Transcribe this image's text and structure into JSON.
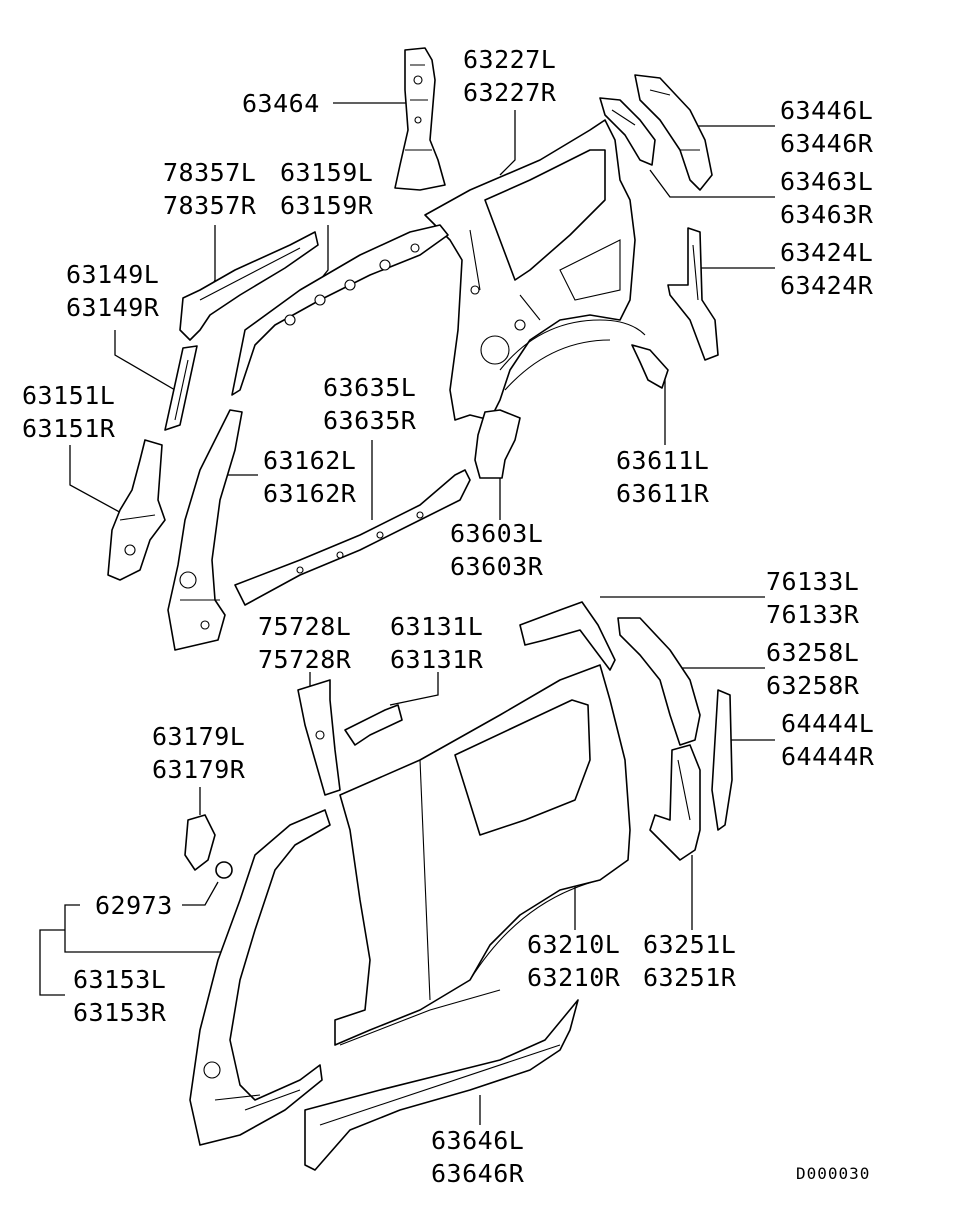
{
  "diagram_code": "D000030",
  "labels": {
    "p63464": [
      "63464"
    ],
    "p63227": [
      "63227L",
      "63227R"
    ],
    "p63446": [
      "63446L",
      "63446R"
    ],
    "p63463": [
      "63463L",
      "63463R"
    ],
    "p63424": [
      "63424L",
      "63424R"
    ],
    "p78357": [
      "78357L",
      "78357R"
    ],
    "p63159": [
      "63159L",
      "63159R"
    ],
    "p63149": [
      "63149L",
      "63149R"
    ],
    "p63151": [
      "63151L",
      "63151R"
    ],
    "p63635": [
      "63635L",
      "63635R"
    ],
    "p63162": [
      "63162L",
      "63162R"
    ],
    "p63611": [
      "63611L",
      "63611R"
    ],
    "p63603": [
      "63603L",
      "63603R"
    ],
    "p76133": [
      "76133L",
      "76133R"
    ],
    "p63258": [
      "63258L",
      "63258R"
    ],
    "p75728": [
      "75728L",
      "75728R"
    ],
    "p63131": [
      "63131L",
      "63131R"
    ],
    "p64444": [
      "64444L",
      "64444R"
    ],
    "p63179": [
      "63179L",
      "63179R"
    ],
    "p62973": [
      "62973"
    ],
    "p63153": [
      "63153L",
      "63153R"
    ],
    "p63210": [
      "63210L",
      "63210R"
    ],
    "p63251": [
      "63251L",
      "63251R"
    ],
    "p63646": [
      "63646L",
      "63646R"
    ]
  }
}
